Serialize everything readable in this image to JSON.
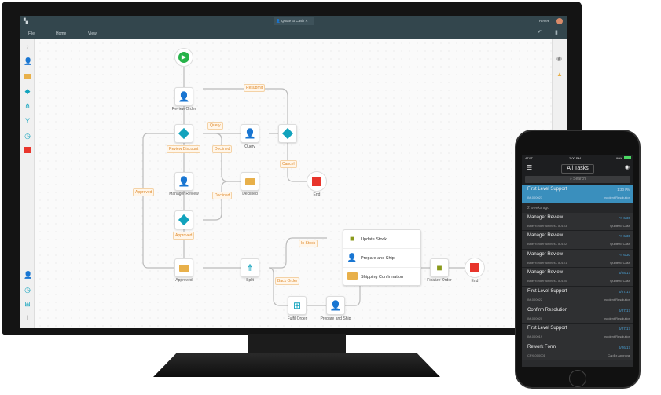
{
  "desktop": {
    "tab_title": "Quote to Cash",
    "user": "Renee",
    "menu": [
      "File",
      "Home",
      "View"
    ],
    "nodes": {
      "review_order": "Review Order",
      "query": "Query",
      "manager_review": "Manager Review",
      "declined": "Declined",
      "end1": "End",
      "approved": "Approved",
      "split": "Split",
      "update_stock": "Update Stock",
      "prepare_ship_group": "Prepare and Ship",
      "shipping_confirmation": "Shipping Confirmation",
      "finalize_order": "Finalize Order",
      "end2": "End",
      "fulfil_order": "Fulfil Order",
      "prepare_ship": "Prepare and Ship"
    },
    "edge_labels": {
      "resubmit": "Resubmit",
      "query": "Query",
      "review_discount": "Review Discount",
      "declined1": "Declined",
      "cancel": "Cancel",
      "approved1": "Approved",
      "declined2": "Declined",
      "approved2": "Approved",
      "in_stock": "In Stock",
      "back_order": "Back Order"
    }
  },
  "phone": {
    "carrier": "AT&T",
    "time": "2:00 PM",
    "battery": "90%",
    "title": "All Tasks",
    "search_placeholder": "Search",
    "highlight": {
      "title": "First Level Support",
      "sub": "IM-000023",
      "date": "1:30 PM",
      "cat": "Incident Resolution"
    },
    "section": "2 weeks ago",
    "tasks": [
      {
        "title": "Manager Review",
        "sub": "Blue Yonder Airlines - 80103",
        "date": "Fri 6/30",
        "cat": "Quote to Cash"
      },
      {
        "title": "Manager Review",
        "sub": "Blue Yonder Airlines - 80102",
        "date": "Fri 6/30",
        "cat": "Quote to Cash"
      },
      {
        "title": "Manager Review",
        "sub": "Blue Yonder Airlines - 80101",
        "date": "Fri 6/30",
        "cat": "Quote to Cash"
      },
      {
        "title": "Manager Review",
        "sub": "Blue Yonder Airlines - 80100",
        "date": "6/28/17",
        "cat": "Quote to Cash"
      },
      {
        "title": "First Level Support",
        "sub": "IM-000022",
        "date": "6/27/17",
        "cat": "Incident Resolution"
      },
      {
        "title": "Confirm Resolution",
        "sub": "IM-000020",
        "date": "6/27/17",
        "cat": "Incident Resolution"
      },
      {
        "title": "First Level Support",
        "sub": "IM-000019",
        "date": "6/27/17",
        "cat": "Incident Resolution"
      },
      {
        "title": "Rework Form",
        "sub": "CPX-000001",
        "date": "6/26/17",
        "cat": "CapEx Approval"
      }
    ]
  }
}
